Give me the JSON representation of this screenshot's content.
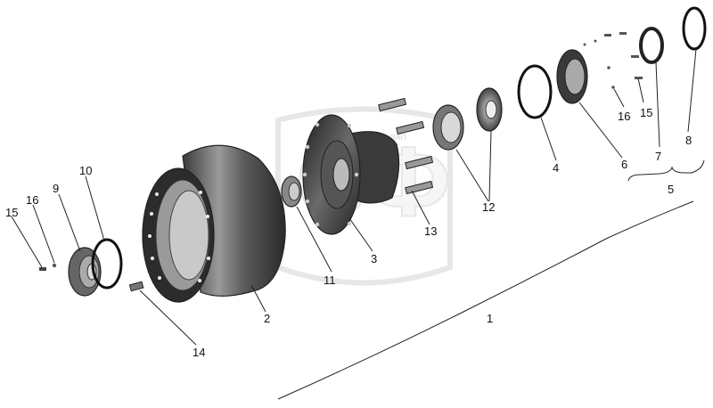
{
  "diagram": {
    "callouts": {
      "c1": "1",
      "c2": "2",
      "c3": "3",
      "c4": "4",
      "c5": "5",
      "c6": "6",
      "c7": "7",
      "c8": "8",
      "c9": "9",
      "c10": "10",
      "c11": "11",
      "c12": "12",
      "c13": "13",
      "c14": "14",
      "c15a": "15",
      "c15b": "15",
      "c16a": "16",
      "c16b": "16"
    },
    "watermark": "ЗАП"
  }
}
